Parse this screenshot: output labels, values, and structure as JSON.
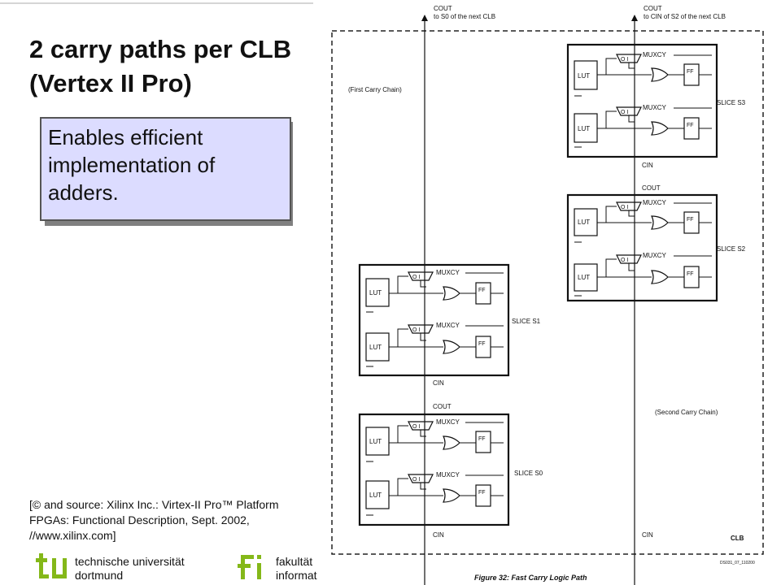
{
  "slide": {
    "title": "2 carry paths per CLB (Vertex II Pro)",
    "callout": "Enables efficient implementation of adders.",
    "source": "[© and source: Xilinx Inc.: Virtex-II Pro™ Platform FPGAs: Functional Description, Sept. 2002, //www.xilinx.com]"
  },
  "footer": {
    "university_line1": "technische universität",
    "university_line2": "dortmund",
    "faculty_line1": "fakultät",
    "faculty_line2": "informatik",
    "logo_color": "#84b819"
  },
  "diagram": {
    "cout_first": "COUT",
    "cout_first_sub": "to S0 of the next CLB",
    "cout_second": "COUT",
    "cout_second_sub": "to CIN of S2 of the next CLB",
    "first_chain": "(First Carry Chain)",
    "second_chain": "(Second Carry Chain)",
    "cin": "CIN",
    "cout": "COUT",
    "clb": "CLB",
    "doc_id": "DS031_07_110200",
    "caption": "Figure 32:  Fast Carry Logic Path",
    "lut": "LUT",
    "ff": "FF",
    "muxcy": "MUXCY",
    "mux_pins": "O    I",
    "slices": [
      {
        "label": "SLICE S3"
      },
      {
        "label": "SLICE S2"
      },
      {
        "label": "SLICE S1"
      },
      {
        "label": "SLICE S0"
      }
    ]
  }
}
